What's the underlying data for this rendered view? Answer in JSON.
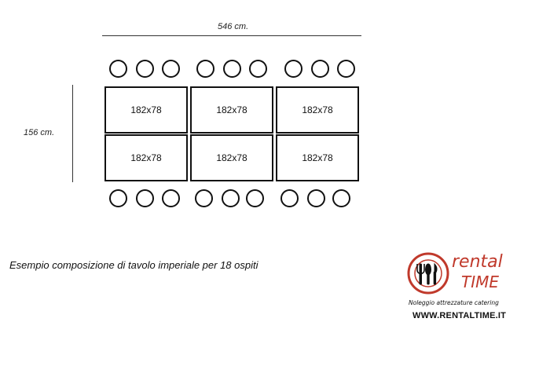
{
  "dimensions": {
    "width_label": "546 cm.",
    "height_label": "156 cm."
  },
  "tables": [
    {
      "label": "182x78"
    },
    {
      "label": "182x78"
    },
    {
      "label": "182x78"
    },
    {
      "label": "182x78"
    },
    {
      "label": "182x78"
    },
    {
      "label": "182x78"
    }
  ],
  "chairs": {
    "top_count": 9,
    "bottom_count": 9
  },
  "caption": "Esempio composizione di tavolo imperiale per 18 ospiti",
  "logo": {
    "brand_line1": "rental",
    "brand_line2": "TIME",
    "tagline": "Noleggio attrezzature catering",
    "website": "WWW.RENTALTIME.IT",
    "accent_color": "#c0392b"
  }
}
